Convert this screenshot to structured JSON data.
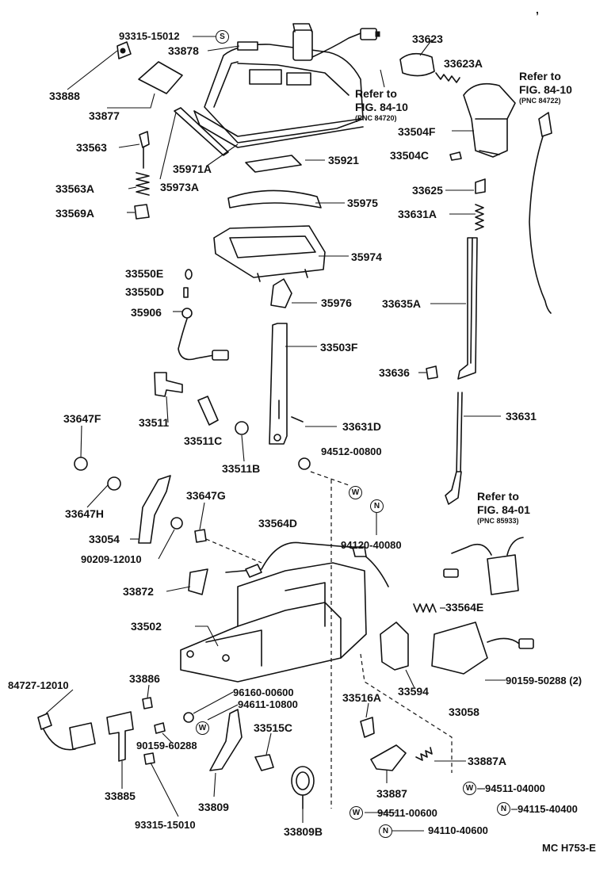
{
  "corner_mark": ",",
  "footer_code": "MC  H753-E",
  "symbols": {
    "s": "S",
    "w": "W",
    "n": "N"
  },
  "refs": [
    {
      "text": "Refer to",
      "fig": "FIG. 84-10",
      "pnc": "(PNC 84720)"
    },
    {
      "text": "Refer to",
      "fig": "FIG. 84-10",
      "pnc": "(PNC 84722)"
    },
    {
      "text": "Refer to",
      "fig": "FIG. 84-01",
      "pnc": "(PNC 85933)"
    }
  ],
  "labels": {
    "p93315_15012": "93315-15012",
    "p33878": "33878",
    "p33888": "33888",
    "p33877": "33877",
    "p33563": "33563",
    "p35971A": "35971A",
    "p35973A": "35973A",
    "p33563A": "33563A",
    "p33569A": "33569A",
    "p35921": "35921",
    "p35975": "35975",
    "p35974": "35974",
    "p33550E": "33550E",
    "p33550D": "33550D",
    "p35906": "35906",
    "p35976": "35976",
    "p33503F": "33503F",
    "p33623": "33623",
    "p33623A": "33623A",
    "p33504F": "33504F",
    "p33504C": "33504C",
    "p33625": "33625",
    "p33631A": "33631A",
    "p33635A": "33635A",
    "p33636": "33636",
    "p33631": "33631",
    "p33647F": "33647F",
    "p33511": "33511",
    "p33511C": "33511C",
    "p33631D": "33631D",
    "p33511B": "33511B",
    "p94512_00800": "94512-00800",
    "p33647H": "33647H",
    "p33647G": "33647G",
    "p33054": "33054",
    "p90209_12010": "90209-12010",
    "p33564D": "33564D",
    "p94120_40080": "94120-40080",
    "p33872": "33872",
    "p33502": "33502",
    "p33564E": "33564E",
    "p84727_12010": "84727-12010",
    "p33886": "33886",
    "p96160_00600": "96160-00600",
    "p94611_10800": "94611-10800",
    "p33516A": "33516A",
    "p33594": "33594",
    "p33058": "33058",
    "p90159_50288_2": "90159-50288 (2)",
    "p90159_60288": "90159-60288",
    "p33515C": "33515C",
    "p33887A": "33887A",
    "p33885": "33885",
    "p33809": "33809",
    "p33887": "33887",
    "p94511_04000": "94511-04000",
    "p93315_15010": "93315-15010",
    "p94511_00600": "94511-00600",
    "p94115_40400": "94115-40400",
    "p33809B": "33809B",
    "p94110_40600": "94110-40600"
  }
}
